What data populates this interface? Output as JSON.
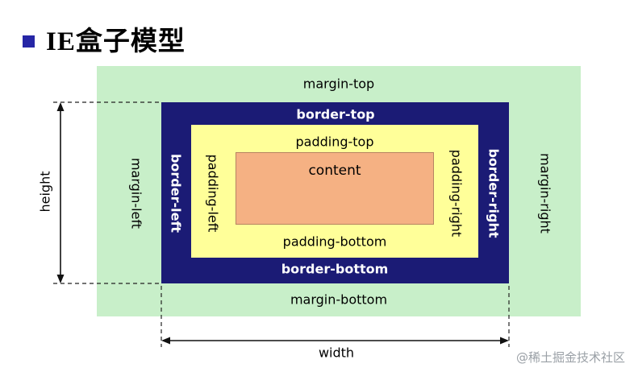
{
  "slide": {
    "title": "IE盒子模型",
    "watermark": "@稀土掘金技术社区"
  },
  "diagram": {
    "margin": {
      "top": "margin-top",
      "bottom": "margin-bottom",
      "left": "margin-left",
      "right": "margin-right"
    },
    "border": {
      "top": "border-top",
      "bottom": "border-bottom",
      "left": "border-left",
      "right": "border-right"
    },
    "padding": {
      "top": "padding-top",
      "bottom": "padding-bottom",
      "left": "padding-left",
      "right": "padding-right"
    },
    "content_label": "content",
    "height_label": "height",
    "width_label": "width",
    "colors": {
      "margin_bg": "#c8efc9",
      "border_bg": "#1b1b75",
      "padding_bg": "#ffff99",
      "content_bg": "#f5b183",
      "title_bullet": "#2626a6"
    }
  }
}
